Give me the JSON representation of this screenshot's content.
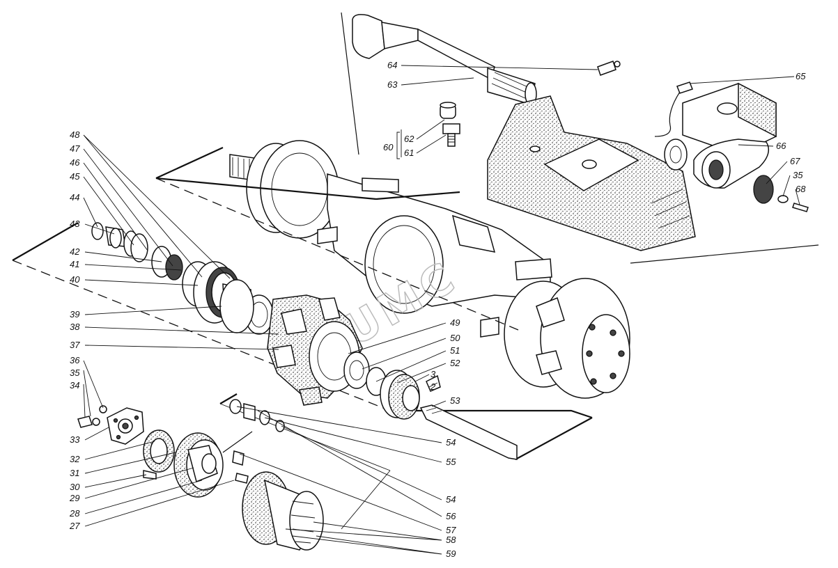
{
  "watermark": "UMC",
  "callouts": [
    {
      "text": "64"
    },
    {
      "text": "63"
    },
    {
      "text": "65"
    },
    {
      "text": "62"
    },
    {
      "text": "61"
    },
    {
      "text": "60"
    },
    {
      "text": "66"
    },
    {
      "text": "67"
    },
    {
      "text": "35"
    },
    {
      "text": "68"
    },
    {
      "text": "48"
    },
    {
      "text": "47"
    },
    {
      "text": "46"
    },
    {
      "text": "45"
    },
    {
      "text": "44"
    },
    {
      "text": "43"
    },
    {
      "text": "42"
    },
    {
      "text": "41"
    },
    {
      "text": "40"
    },
    {
      "text": "39"
    },
    {
      "text": "38"
    },
    {
      "text": "37"
    },
    {
      "text": "36"
    },
    {
      "text": "35"
    },
    {
      "text": "34"
    },
    {
      "text": "33"
    },
    {
      "text": "32"
    },
    {
      "text": "31"
    },
    {
      "text": "30"
    },
    {
      "text": "29"
    },
    {
      "text": "28"
    },
    {
      "text": "27"
    },
    {
      "text": "49"
    },
    {
      "text": "50"
    },
    {
      "text": "51"
    },
    {
      "text": "52"
    },
    {
      "text": "3"
    },
    {
      "text": "2"
    },
    {
      "text": "53"
    },
    {
      "text": "54"
    },
    {
      "text": "55"
    },
    {
      "text": "54"
    },
    {
      "text": "56"
    },
    {
      "text": "57"
    },
    {
      "text": "58"
    },
    {
      "text": "59"
    }
  ]
}
